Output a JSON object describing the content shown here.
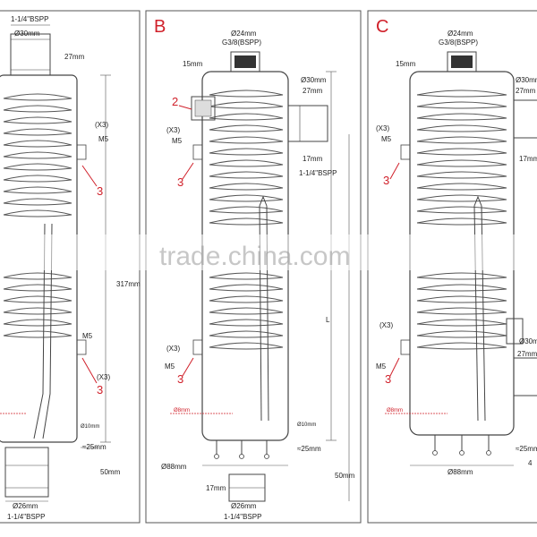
{
  "colors": {
    "line": "#444444",
    "accent": "#d0202a",
    "watermark": "#9a9a9a",
    "bg": "#ffffff"
  },
  "watermark": "trade.china.com",
  "panels": [
    {
      "letter": "",
      "top_thread": "1-1/4\"BSPP",
      "top_dia": "Ø30mm",
      "top_len": "27mm",
      "m5_top": "M5",
      "x3_top": "(X3)",
      "m5_bot": "M5",
      "x3_bot": "(X3)",
      "height": "317mm",
      "tube_dia": "Ø10mm",
      "bot_len": "≈25mm",
      "bot_len2": "50mm",
      "bot_dia": "Ø26mm",
      "bot_thread": "1-1/4\"BSPP",
      "ref3a": "3",
      "ref3b": "3"
    },
    {
      "letter": "B",
      "top_dia": "Ø24mm",
      "top_thread": "G3/8(BSPP)",
      "top_len": "15mm",
      "ref2": "2",
      "side_dia": "Ø30mm",
      "side_len": "27mm",
      "x3_top": "(X3)",
      "m5_top": "M5",
      "side_len2": "17mm",
      "side_thread": "1-1/4\"BSPP",
      "height": "L",
      "x3_bot": "(X3)",
      "m5_bot": "M5",
      "tube_dia": "Ø10mm",
      "bot_len": "≈25mm",
      "base_dia": "Ø88mm",
      "bot_len2": "50mm",
      "bot_len3": "17mm",
      "bot_dia": "Ø26mm",
      "bot_thread": "1-1/4\"BSPP",
      "red_label": "Ø8mm",
      "ref3a": "3",
      "ref3b": "3"
    },
    {
      "letter": "C",
      "top_dia": "Ø24mm",
      "top_thread": "G3/8(BSPP)",
      "top_len": "15mm",
      "side_dia": "Ø30mm",
      "side_len": "27mm",
      "x3_top": "(X3)",
      "m5_top": "M5",
      "side_len2": "17mm",
      "x3_bot": "(X3)",
      "m5_bot": "M5",
      "side_dia2": "Ø30m",
      "side_len3": "27mm",
      "bot_len": "≈25mm",
      "base_dia": "Ø88mm",
      "red_label": "Ø8mm",
      "ref3a": "3",
      "ref3b": "3",
      "edge_num": "4"
    }
  ]
}
